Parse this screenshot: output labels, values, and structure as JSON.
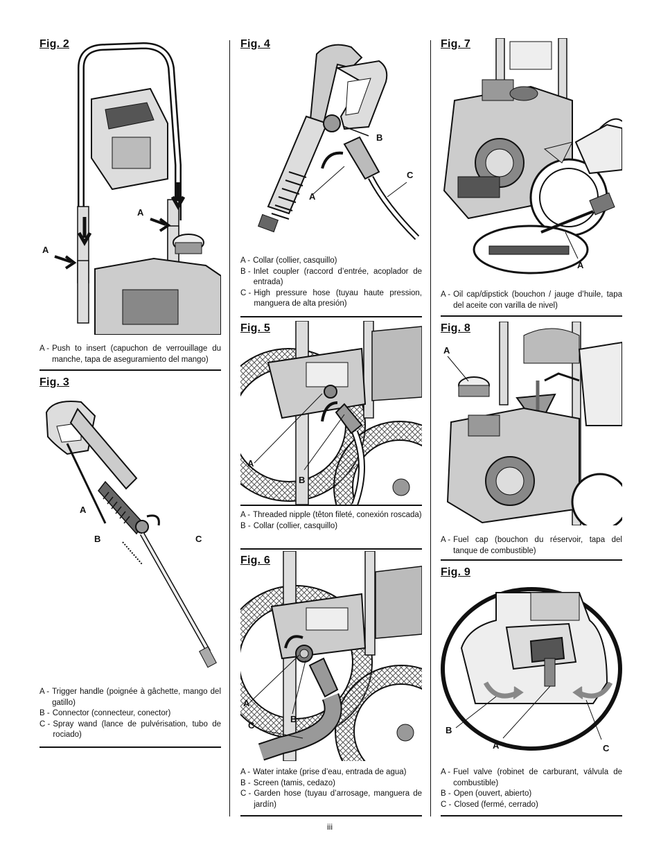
{
  "page_number": "iii",
  "figures": {
    "fig2": {
      "title": "Fig. 2",
      "callouts": [
        "A",
        "A"
      ],
      "legend": [
        {
          "key": "A -",
          "text": "Push to insert (capuchon de verrouillage du manche, tapa de aseguramiento del mango)"
        }
      ]
    },
    "fig3": {
      "title": "Fig. 3",
      "callouts": [
        "A",
        "B",
        "C"
      ],
      "legend": [
        {
          "key": "A -",
          "text": "Trigger handle (poignée à gâchette, mango del gatillo)"
        },
        {
          "key": "B -",
          "text": "Connector (connecteur, conector)"
        },
        {
          "key": "C -",
          "text": "Spray wand (lance de pulvérisation, tubo de rociado)"
        }
      ]
    },
    "fig4": {
      "title": "Fig. 4",
      "callouts": [
        "A",
        "B",
        "C"
      ],
      "legend": [
        {
          "key": "A -",
          "text": "Collar (collier, casquillo)"
        },
        {
          "key": "B -",
          "text": "Inlet coupler (raccord d’entrée, acoplador de entrada)"
        },
        {
          "key": "C -",
          "text": "High pressure hose (tuyau haute pression, manguera de alta presión)"
        }
      ]
    },
    "fig5": {
      "title": "Fig. 5",
      "callouts": [
        "A",
        "B"
      ],
      "legend": [
        {
          "key": "A -",
          "text": "Threaded nipple (têton fileté, conexión roscada)"
        },
        {
          "key": "B -",
          "text": "Collar (collier, casquillo)"
        }
      ]
    },
    "fig6": {
      "title": "Fig. 6",
      "callouts": [
        "A",
        "B",
        "C"
      ],
      "legend": [
        {
          "key": "A -",
          "text": "Water intake (prise d’eau, entrada de agua)"
        },
        {
          "key": "B -",
          "text": "Screen (tamis, cedazo)"
        },
        {
          "key": "C -",
          "text": "Garden hose (tuyau d’arrosage, manguera de jardín)"
        }
      ]
    },
    "fig7": {
      "title": "Fig. 7",
      "callouts": [
        "A"
      ],
      "legend": [
        {
          "key": "A -",
          "text": "Oil cap/dipstick (bouchon / jauge d’huile, tapa del aceite con varilla de nivel)"
        }
      ]
    },
    "fig8": {
      "title": "Fig. 8",
      "callouts": [
        "A"
      ],
      "legend": [
        {
          "key": "A -",
          "text": "Fuel cap (bouchon du réservoir, tapa del tanque de combustible)"
        }
      ]
    },
    "fig9": {
      "title": "Fig. 9",
      "callouts": [
        "B",
        "A",
        "C"
      ],
      "legend": [
        {
          "key": "A -",
          "text": "Fuel valve (robinet de carburant, válvula de combustible)"
        },
        {
          "key": "B -",
          "text": "Open (ouvert, abierto)"
        },
        {
          "key": "C -",
          "text": "Closed (fermé, cerrado)"
        }
      ]
    }
  }
}
